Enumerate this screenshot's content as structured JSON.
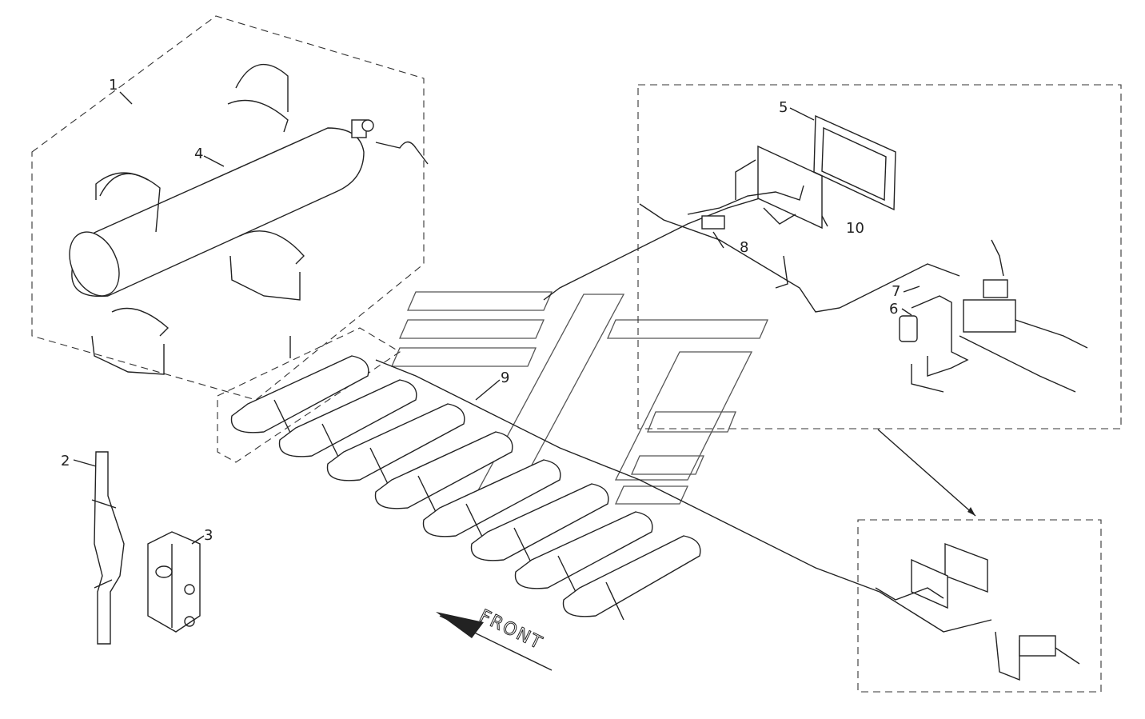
{
  "labels": {
    "l1": "1",
    "l2": "2",
    "l3": "3",
    "l4": "4",
    "l5": "5",
    "l6": "6",
    "l7": "7",
    "l8": "8",
    "l9": "9",
    "l10": "10",
    "front": "FRONT"
  }
}
